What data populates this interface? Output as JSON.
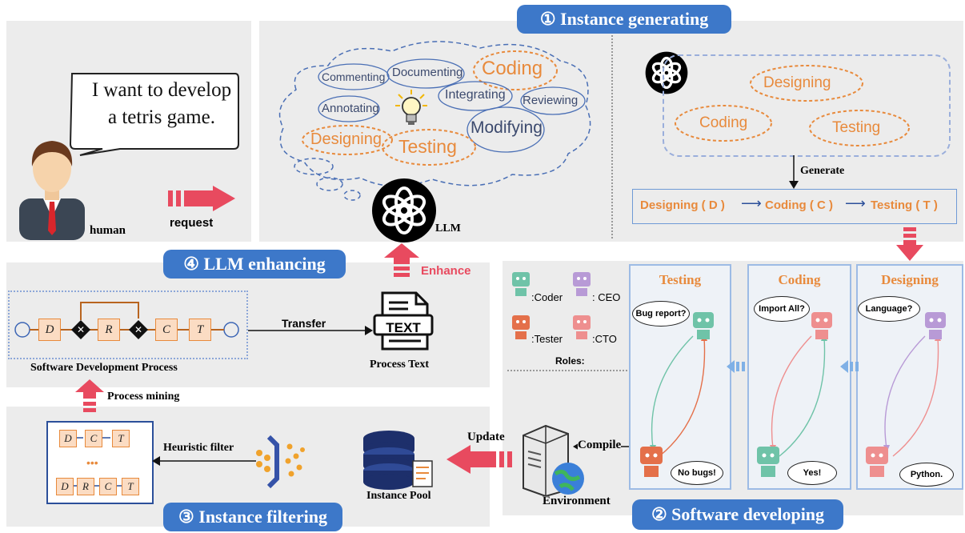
{
  "stages": {
    "instance_generating": "① Instance generating",
    "software_developing": "② Software developing",
    "instance_filtering": "③ Instance filtering",
    "llm_enhancing": "④ LLM enhancing"
  },
  "human": {
    "speech": "I want to develop a tetris game.",
    "label": "human",
    "request": "request"
  },
  "cloud": {
    "items": [
      "Commenting",
      "Documenting",
      "Coding",
      "Annotating",
      "Integrating",
      "Reviewing",
      "Modifying",
      "Designing",
      "Testing"
    ],
    "llm_label": "LLM"
  },
  "generate": {
    "tasks": [
      "Designing",
      "Coding",
      "Testing"
    ],
    "arrow_label": "Generate",
    "chain": [
      "Designing ( D )",
      "Coding ( C )",
      "Testing ( T )"
    ]
  },
  "enhance": {
    "label": "Enhance",
    "transfer": "Transfer",
    "process_label": "Software Development Process",
    "text_icon": "TEXT",
    "process_text": "Process Text",
    "steps": [
      "D",
      "R",
      "C",
      "T"
    ]
  },
  "roles": {
    "legend": [
      ":Coder",
      ": CEO",
      ":Tester",
      ":CTO"
    ],
    "roles_label": "Roles:",
    "columns": [
      {
        "title": "Testing",
        "top_speech": "Bug report?",
        "bottom_speech": "No bugs!"
      },
      {
        "title": "Coding",
        "top_speech": "Import All?",
        "bottom_speech": "Yes!"
      },
      {
        "title": "Designing",
        "top_speech": "Language?",
        "bottom_speech": "Python."
      }
    ]
  },
  "filtering": {
    "process_mining": "Process mining",
    "heuristic": "Heuristic filter",
    "update": "Update",
    "compile": "Compile",
    "pool": "Instance Pool",
    "environment": "Environment",
    "seq1": [
      "D",
      "C",
      "T"
    ],
    "ellipsis": "•••",
    "seq2": [
      "D",
      "R",
      "C",
      "T"
    ]
  },
  "colors": {
    "accent_blue": "#3d78c9",
    "orange": "#e88a3c",
    "red_arrow": "#e84a5f",
    "coder": "#6fc3a8",
    "ceo": "#b89ad6",
    "tester": "#e4704a",
    "cto": "#ee8f8f"
  }
}
